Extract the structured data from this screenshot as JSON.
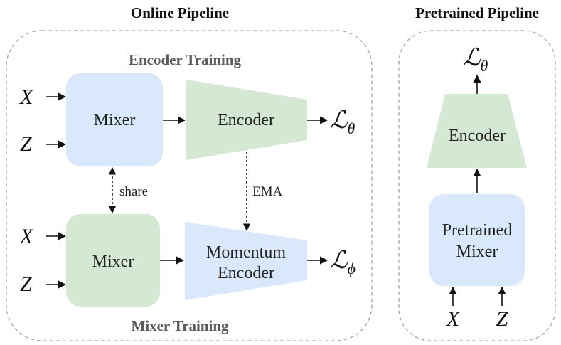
{
  "titles": {
    "online": "Online Pipeline",
    "pretrained": "Pretrained Pipeline"
  },
  "online": {
    "encoder_training_label": "Encoder Training",
    "mixer_training_label": "Mixer Training",
    "mixer_top": "Mixer",
    "mixer_bottom": "Mixer",
    "encoder": "Encoder",
    "momentum_encoder_line1": "Momentum",
    "momentum_encoder_line2": "Encoder",
    "share_label": "share",
    "ema_label": "EMA",
    "input_x_top": "X",
    "input_z_top": "Z",
    "input_x_bottom": "X",
    "input_z_bottom": "Z",
    "loss_theta": {
      "symbol": "ℒ",
      "sub": "θ"
    },
    "loss_phi": {
      "symbol": "ℒ",
      "sub": "ϕ"
    }
  },
  "pretrained": {
    "encoder": "Encoder",
    "mixer_line1": "Pretrained",
    "mixer_line2": "Mixer",
    "input_x": "X",
    "input_z": "Z",
    "loss_theta": {
      "symbol": "ℒ",
      "sub": "θ"
    }
  },
  "colors": {
    "blue_box": "#dae8fc",
    "green_box": "#d5e8d4",
    "dashed_border": "#a6a6a6"
  }
}
